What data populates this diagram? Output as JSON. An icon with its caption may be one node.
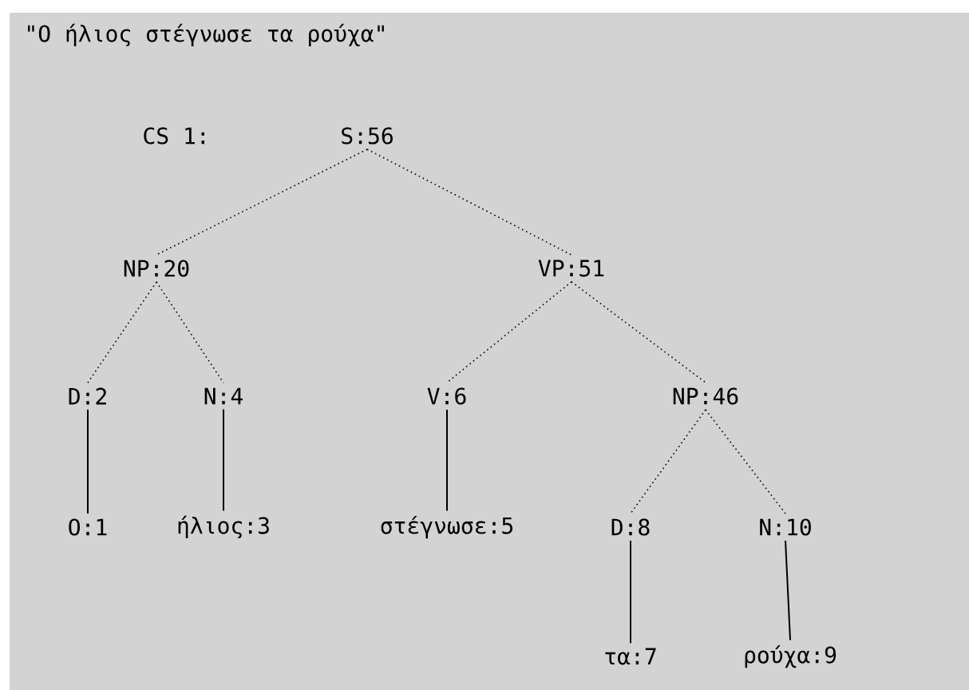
{
  "diagram": {
    "title": "\"Ο ήλιος στέγνωσε τα ρούχα\"",
    "nodes": [
      {
        "text": [
          "S:56"
        ]
      },
      {
        "text": [
          "NP:20"
        ]
      },
      {
        "text": [
          "VP:51"
        ]
      },
      {
        "text": [
          "D:2"
        ]
      },
      {
        "text": [
          "N:4"
        ]
      },
      {
        "text": [
          "V:6"
        ]
      },
      {
        "text": [
          "NP:46"
        ]
      },
      {
        "text": [
          "O:1"
        ]
      },
      {
        "text": [
          "ήλιος:3"
        ]
      },
      {
        "text": [
          "στέγνωσε:5"
        ]
      },
      {
        "text": [
          "D:8"
        ]
      },
      {
        "text": [
          "N:10"
        ]
      },
      {
        "text": [
          "τα:7"
        ]
      },
      {
        "text": [
          "ρούχα:9"
        ]
      }
    ],
    "edges": [
      {
        "from": 0,
        "to": 1,
        "arrow": "none",
        "style": "dashed"
      },
      {
        "from": 0,
        "to": 2,
        "arrow": "none",
        "style": "dashed"
      },
      {
        "from": 1,
        "to": 3,
        "arrow": "none",
        "style": "dashed"
      },
      {
        "from": 1,
        "to": 4,
        "arrow": "none",
        "style": "dashed"
      },
      {
        "from": 2,
        "to": 5,
        "arrow": "none",
        "style": "dashed"
      },
      {
        "from": 2,
        "to": 6,
        "arrow": "none",
        "style": "dashed"
      },
      {
        "from": 6,
        "to": 10,
        "arrow": "none",
        "style": "dashed"
      },
      {
        "from": 6,
        "to": 11,
        "arrow": "none",
        "style": "dashed"
      },
      {
        "from": 3,
        "to": 7,
        "arrow": "none"
      },
      {
        "from": 4,
        "to": 8,
        "arrow": "none"
      },
      {
        "from": 5,
        "to": 9,
        "arrow": "none"
      },
      {
        "from": 10,
        "to": 12,
        "arrow": "none"
      },
      {
        "from": 11,
        "to": 13,
        "arrow": "none"
      }
    ],
    "labels": [
      "CS 1:"
    ]
  }
}
